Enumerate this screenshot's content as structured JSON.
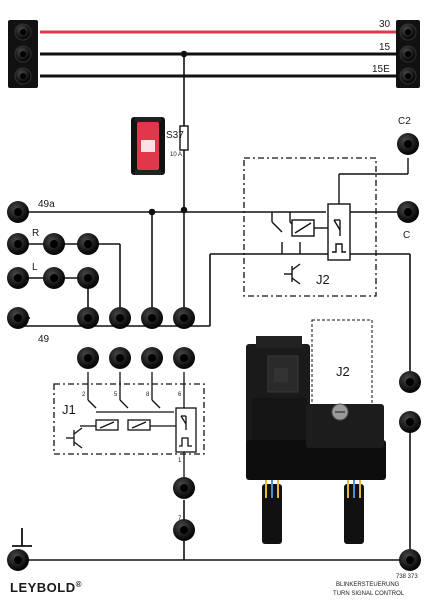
{
  "panel": {
    "brand": "LEYBOLD",
    "brand_mark": "®",
    "catalog_no": "738 373",
    "title_de": "BLINKERSTEUERUNG",
    "title_en": "TURN SIGNAL CONTROL"
  },
  "bus_labels": {
    "l30": "30",
    "l15": "15",
    "l15e": "15E"
  },
  "terminals": {
    "c2": "C2",
    "c": "C",
    "t49a": "49a",
    "r": "R",
    "l": "L",
    "t49": "49"
  },
  "fuse": {
    "name": "S37",
    "rating": "10 A"
  },
  "modules": {
    "j1": "J1",
    "j2_upper": "J2",
    "j2_socket": "J2"
  },
  "j1_pins": [
    "2",
    "5",
    "8",
    "6",
    "1",
    "7"
  ],
  "colors": {
    "bus30": "#e0374a",
    "wire": "#111111",
    "socket": "#141414",
    "fuse_holder": "#e0374a"
  },
  "icons": {
    "ground": "ground-symbol-icon",
    "transistor": "transistor-icon",
    "flasher": "flasher-relay-icon"
  }
}
